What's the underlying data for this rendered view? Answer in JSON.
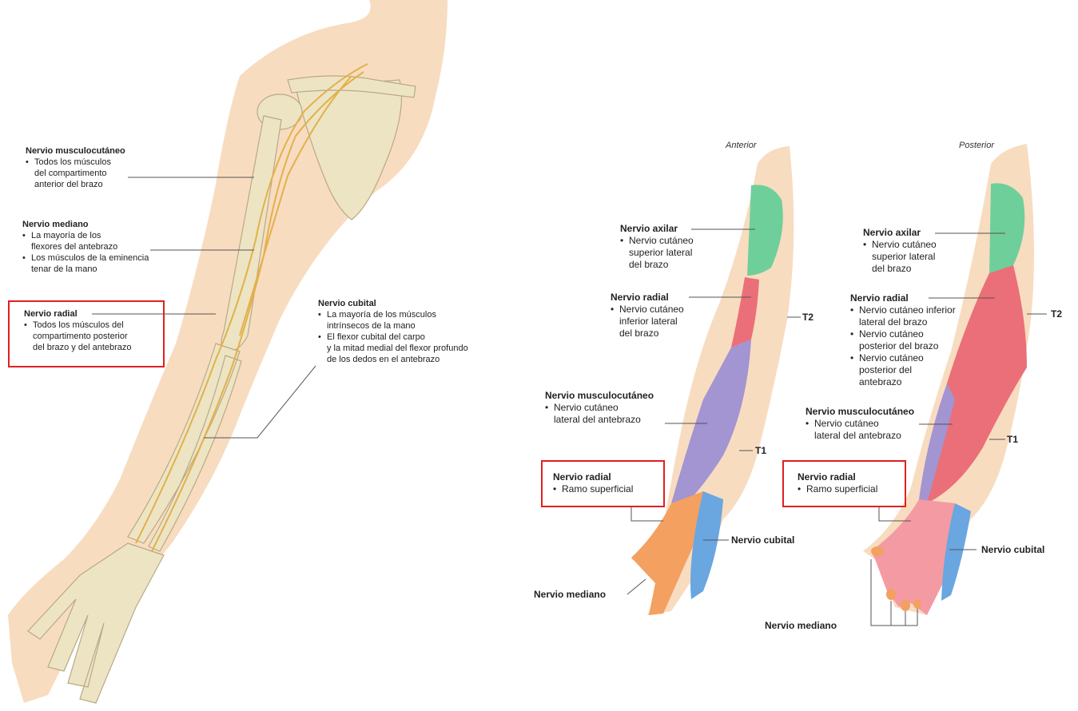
{
  "colors": {
    "skin": "#f8dcc0",
    "bone": "#ede4c4",
    "nerve": "#e3b04a",
    "axillary": "#6fcf9a",
    "radial": "#ea6f78",
    "musculocutaneous": "#a394d2",
    "median": "#f3a060",
    "ulnar": "#6aa6e0",
    "posterior_hand": "#f49aa3",
    "highlight_box": "#e02020"
  },
  "left": {
    "musculo": {
      "title": "Nervio musculocutáneo",
      "lines": [
        "Todos los músculos",
        "del compartimento",
        "anterior del brazo"
      ]
    },
    "mediano": {
      "title": "Nervio mediano",
      "lines": [
        "La mayoría de los",
        "flexores del antebrazo",
        "Los músculos de la eminencia",
        "tenar de la mano"
      ]
    },
    "radial": {
      "title": "Nervio radial",
      "lines": [
        "Todos los músculos del",
        "compartimento posterior",
        "del brazo y del antebrazo"
      ]
    },
    "cubital": {
      "title": "Nervio cubital",
      "lines": [
        "La mayoría de los músculos",
        "intrínsecos de la mano",
        "El flexor cubital del carpo",
        "y la mitad medial del flexor profundo",
        "de los dedos en el antebrazo"
      ]
    }
  },
  "anterior": {
    "view_title": "Anterior",
    "axilar": {
      "title": "Nervio axilar",
      "lines": [
        "Nervio cutáneo",
        "superior lateral",
        "del brazo"
      ]
    },
    "radial": {
      "title": "Nervio radial",
      "lines": [
        "Nervio cutáneo",
        "inferior lateral",
        "del brazo"
      ]
    },
    "musculo": {
      "title": "Nervio musculocutáneo",
      "lines": [
        "Nervio cutáneo",
        "lateral del antebrazo"
      ]
    },
    "radial_sup": {
      "title": "Nervio radial",
      "lines": [
        "Ramo superficial"
      ]
    },
    "cubital": "Nervio cubital",
    "mediano": "Nervio mediano",
    "t2": "T2",
    "t1": "T1"
  },
  "posterior": {
    "view_title": "Posterior",
    "axilar": {
      "title": "Nervio axilar",
      "lines": [
        "Nervio cutáneo",
        "superior lateral",
        "del brazo"
      ]
    },
    "radial": {
      "title": "Nervio radial",
      "lines": [
        "Nervio cutáneo inferior",
        "lateral del brazo",
        "Nervio cutáneo",
        "posterior del brazo",
        "Nervio cutáneo",
        "posterior del",
        "antebrazo"
      ]
    },
    "musculo": {
      "title": "Nervio musculocutáneo",
      "lines": [
        "Nervio cutáneo",
        "lateral del antebrazo"
      ]
    },
    "radial_sup": {
      "title": "Nervio radial",
      "lines": [
        "Ramo superficial"
      ]
    },
    "cubital": "Nervio cubital",
    "mediano": "Nervio mediano",
    "t2": "T2",
    "t1": "T1"
  }
}
